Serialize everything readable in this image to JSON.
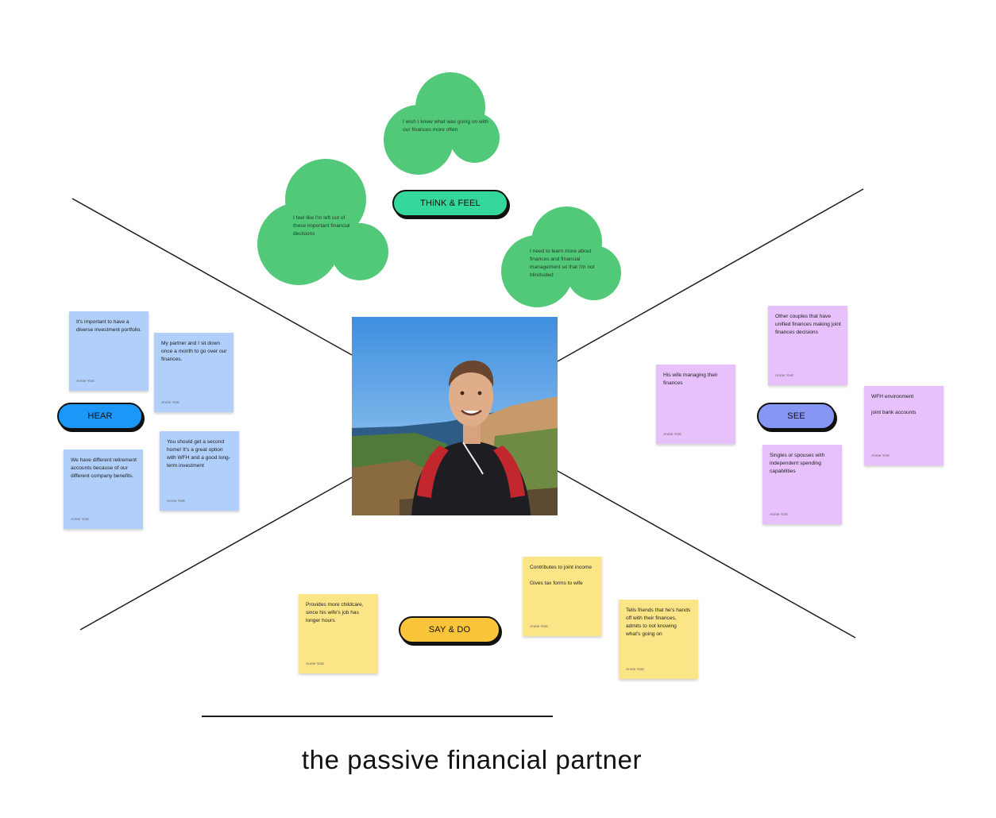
{
  "quadrants": {
    "think_feel": "THiNK & FEEL",
    "hear": "HEAR",
    "see": "SEE",
    "say_do": "SAY & DO"
  },
  "clouds": [
    {
      "text": "I wish I knew what was going on with our finances more often"
    },
    {
      "text": "I feel like I'm left out of these important financial decisions"
    },
    {
      "text": "I need to learn more about finances and financial management so that I'm not blindsided"
    }
  ],
  "hear_notes": [
    {
      "text": "It's important to have a diverse investment portfolio.",
      "author": "Annie Yost"
    },
    {
      "text": "My partner and I sit down once a month to go over our finances.",
      "author": "Annie Yost"
    },
    {
      "text": "We have different retirement accounts because of our different company benefits.",
      "author": "Annie Yost"
    },
    {
      "text": "You should get a second home! It's a great option with WFH and a good long-term investment",
      "author": "Annie Yost"
    }
  ],
  "see_notes": [
    {
      "text": "Other couples that have unified finances making joint finances decisions",
      "author": "Annie Yost"
    },
    {
      "text": "His wife managing their finances",
      "author": "Annie Yost"
    },
    {
      "text": "WFH environment\n\njoint bank accounts",
      "author": "Annie Yost"
    },
    {
      "text": "Singles or spouses with independent spending capabilities",
      "author": "Annie Yost"
    }
  ],
  "say_notes": [
    {
      "text": "Provides more childcare, since his wife's job has longer hours",
      "author": "Annie Yost"
    },
    {
      "text": "Contributes to joint income\n\nGives tax forms to wife",
      "author": "Annie Yost"
    },
    {
      "text": "Tells friends that he's hands off with their finances, admits to not knowing what's going on",
      "author": "Annie Yost"
    }
  ],
  "caption": "the passive financial partner",
  "colors": {
    "hear_sticky": "#b0cffb",
    "see_sticky": "#e6c1fb",
    "say_sticky": "#fce586",
    "cloud": "#52c978",
    "think_pill": "#34d89a",
    "hear_pill": "#1a97f7",
    "see_pill": "#8795f5",
    "say_pill": "#fbc53b"
  }
}
